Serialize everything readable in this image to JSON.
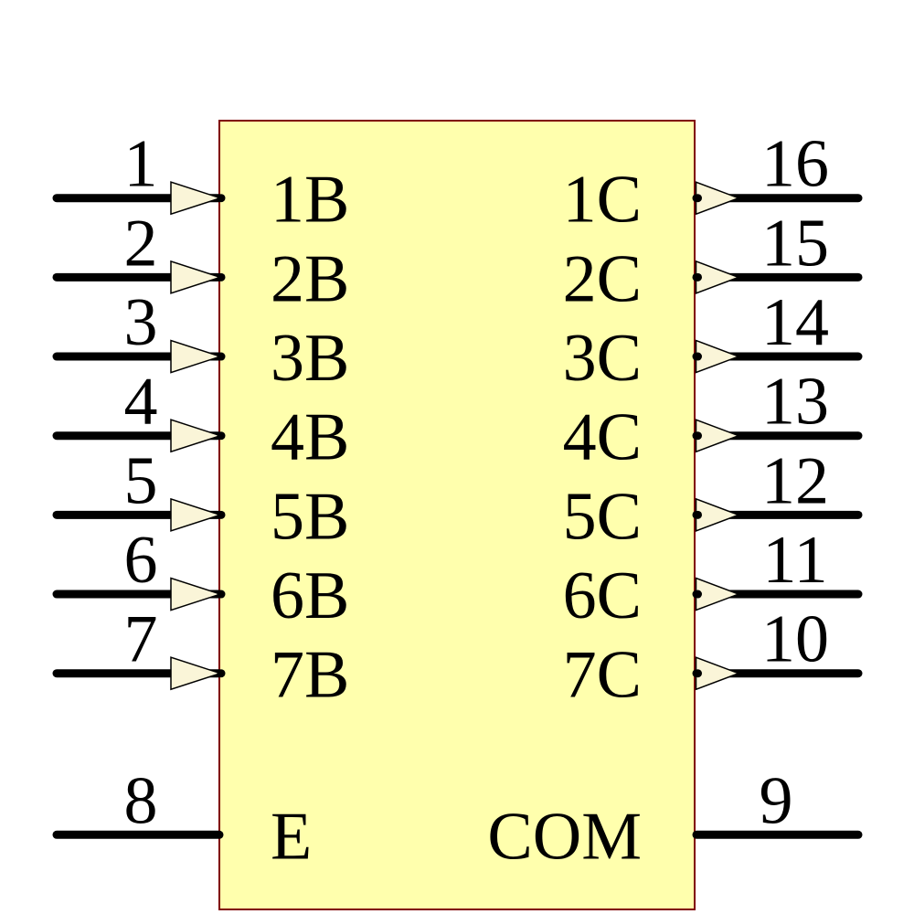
{
  "colors": {
    "background": "#ffffff",
    "body_fill": "#ffffad",
    "body_border": "#800000",
    "wire": "#000000",
    "arrow_fill": "#faf5d8",
    "arrow_stroke": "#000000",
    "text": "#000000"
  },
  "component": {
    "left_pins": [
      {
        "number": "1",
        "label": "1B",
        "arrow": true
      },
      {
        "number": "2",
        "label": "2B",
        "arrow": true
      },
      {
        "number": "3",
        "label": "3B",
        "arrow": true
      },
      {
        "number": "4",
        "label": "4B",
        "arrow": true
      },
      {
        "number": "5",
        "label": "5B",
        "arrow": true
      },
      {
        "number": "6",
        "label": "6B",
        "arrow": true
      },
      {
        "number": "7",
        "label": "7B",
        "arrow": true
      },
      {
        "number": "8",
        "label": "E",
        "arrow": false
      }
    ],
    "right_pins": [
      {
        "number": "16",
        "label": "1C",
        "arrow": true
      },
      {
        "number": "15",
        "label": "2C",
        "arrow": true
      },
      {
        "number": "14",
        "label": "3C",
        "arrow": true
      },
      {
        "number": "13",
        "label": "4C",
        "arrow": true
      },
      {
        "number": "12",
        "label": "5C",
        "arrow": true
      },
      {
        "number": "11",
        "label": "6C",
        "arrow": true
      },
      {
        "number": "10",
        "label": "7C",
        "arrow": true
      },
      {
        "number": "9",
        "label": "COM",
        "arrow": false
      }
    ]
  }
}
